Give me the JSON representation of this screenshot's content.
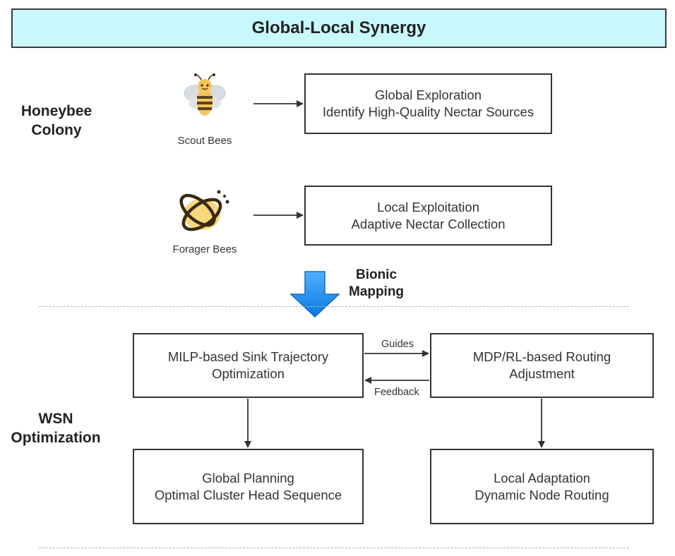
{
  "title": "Global-Local Synergy",
  "honeybee": {
    "label_line1": "Honeybee",
    "label_line2": "Colony",
    "scout": {
      "caption": "Scout Bees",
      "icon": "bee-icon",
      "box_line1": "Global Exploration",
      "box_line2": "Identify High-Quality Nectar Sources"
    },
    "forager": {
      "caption": "Forager Bees",
      "icon": "forager-bee-icon",
      "box_line1": "Local Exploitation",
      "box_line2": "Adaptive Nectar Collection"
    }
  },
  "mapping": {
    "line1": "Bionic",
    "line2": "Mapping",
    "icon": "down-arrow-icon",
    "color": "#1a8cf0"
  },
  "wsn": {
    "label_line1": "WSN",
    "label_line2": "Optimization",
    "milp": {
      "line1": "MILP-based Sink Trajectory",
      "line2": "Optimization"
    },
    "mdp": {
      "line1": "MDP/RL-based Routing",
      "line2": "Adjustment"
    },
    "guides": "Guides",
    "feedback": "Feedback",
    "global": {
      "line1": "Global Planning",
      "line2": "Optimal Cluster Head Sequence"
    },
    "local": {
      "line1": "Local Adaptation",
      "line2": "Dynamic Node Routing"
    }
  }
}
